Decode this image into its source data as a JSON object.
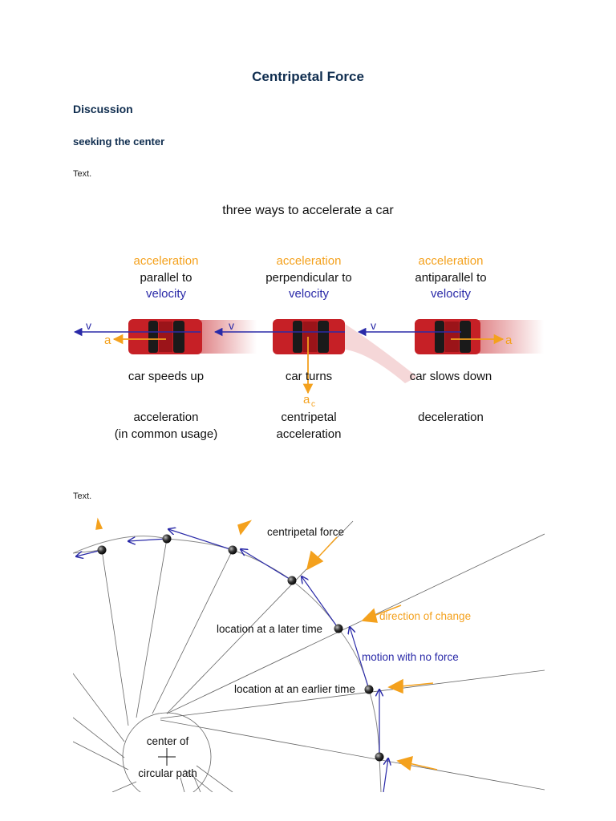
{
  "page": {
    "title": "Centripetal Force",
    "section_heading": "Discussion",
    "subsection_heading": "seeking the center",
    "text1": "Text.",
    "text2": "Text."
  },
  "figure1": {
    "title": "three ways to accelerate a car",
    "colors": {
      "acceleration": "#f4a11d",
      "velocity": "#2a2aa8",
      "car": "#c62026"
    },
    "columns": [
      {
        "accel_word": "acceleration",
        "relation": "parallel to",
        "velocity_word": "velocity",
        "v_label": "v",
        "a_label": "a",
        "effect": "car speeds up",
        "name_line1": "acceleration",
        "name_line2": "(in common usage)"
      },
      {
        "accel_word": "acceleration",
        "relation": "perpendicular to",
        "velocity_word": "velocity",
        "v_label": "v",
        "a_label": "a",
        "a_subscript": "c",
        "effect": "car turns",
        "name_line1": "centripetal",
        "name_line2": "acceleration"
      },
      {
        "accel_word": "acceleration",
        "relation": "antiparallel to",
        "velocity_word": "velocity",
        "v_label": "v",
        "a_label": "a",
        "effect": "car slows down",
        "name_line1": "deceleration",
        "name_line2": ""
      }
    ]
  },
  "figure2": {
    "labels": {
      "centripetal_force": "centripetal force",
      "direction_of_change": "direction of change",
      "motion_no_force": "motion with no force",
      "later_time": "location at a later time",
      "earlier_time": "location at an earlier time",
      "center_line1": "center of",
      "center_line2": "circular path"
    },
    "colors": {
      "force": "#f4a11d",
      "motion": "#2a2aa8",
      "lines": "#555555",
      "path": "#777777"
    }
  }
}
